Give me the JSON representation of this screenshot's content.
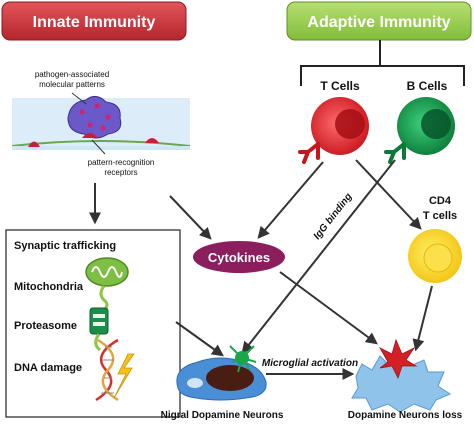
{
  "headers": {
    "innate": "Innate Immunity",
    "adaptive": "Adaptive Immunity"
  },
  "innate_panel": {
    "pamp_label_line1": "pathogen-associated",
    "pamp_label_line2": "molecular patterns",
    "prr_label_line1": "pattern-recognition",
    "prr_label_line2": "receptors"
  },
  "stress_box": {
    "items": [
      "Synaptic trafficking",
      "Mitochondria",
      "Proteasome",
      "DNA damage"
    ]
  },
  "cells": {
    "t_cells": "T Cells",
    "b_cells": "B Cells",
    "cd4_line1": "CD4",
    "cd4_line2": "T cells"
  },
  "center": {
    "cytokines": "Cytokines",
    "igg_binding": "IgG binding",
    "microglial_activation": "Microglial activation"
  },
  "neurons": {
    "nigral": "Nigral Dopamine Neurons",
    "loss": "Dopamine Neurons loss"
  },
  "colors": {
    "innate_header": "#c9343a",
    "adaptive_header": "#8dc63f",
    "cytokines": "#8b1e5c",
    "t_cell": "#e31e24",
    "b_cell": "#0f9a48",
    "cd4_cell": "#f9d318",
    "mitochondria": "#7cbf42",
    "neuron": "#4a8fd6",
    "microglia_green": "#1aa64a",
    "microglia_red": "#d51f26"
  }
}
